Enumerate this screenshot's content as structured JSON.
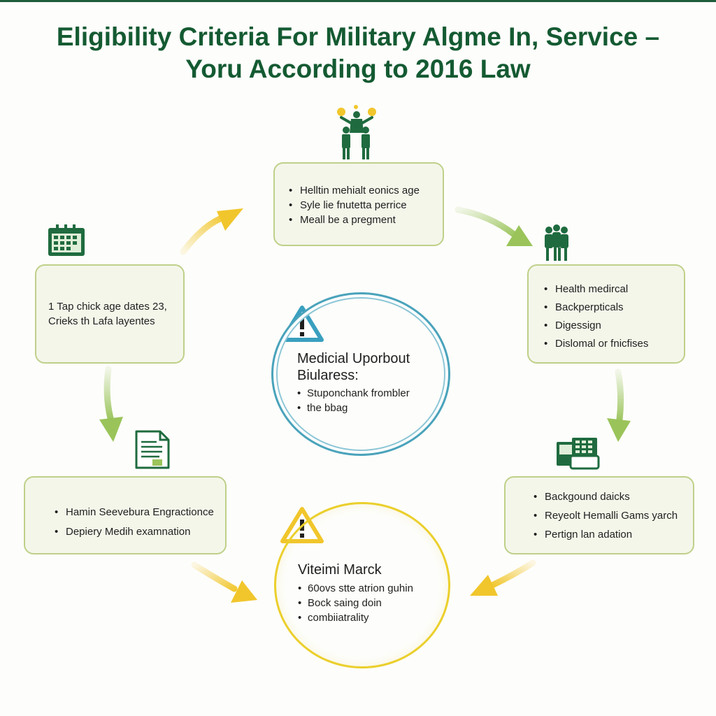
{
  "title": {
    "line1": "Eligibility Criteria For Military Algme In, Service –",
    "line2": "Yoru According to 2016 Law"
  },
  "cards": {
    "top": {
      "items": [
        "Helltin mehialt eonics age",
        "Syle lie fnutetta perrice",
        "Meall be a pregment"
      ]
    },
    "left": {
      "lines": [
        "1 Tap chick age dates 23,",
        "Crieks th Lafa layentes"
      ]
    },
    "right": {
      "items": [
        "Health medircal",
        "Backperpticals",
        "Digessign",
        "Dislomal or fnicfises"
      ]
    },
    "bottom_left": {
      "items": [
        "Hamin Seevebura Engractionce",
        "Depiery Medih examnation"
      ]
    },
    "bottom_right": {
      "items": [
        "Backgound daicks",
        "Reyeolt Hemalli Gams yarch",
        "Pertign lan adation"
      ]
    }
  },
  "center_circle": {
    "heading_line1": "Medicial Uporbout",
    "heading_line2": "Biularess:",
    "items": [
      "Stuponchank frombler",
      "the bbag"
    ]
  },
  "bottom_circle": {
    "heading": "Viteimi Marck",
    "items": [
      "60ovs stte atrion guhin",
      "Bock saing doin",
      "combiiatrality"
    ]
  },
  "icons": [
    "team-celebration-icon",
    "calendar-icon",
    "group-people-icon",
    "document-icon",
    "computer-terminal-icon",
    "warning-icon"
  ],
  "colors": {
    "title": "#145a32",
    "icon_green": "#1f6b3f",
    "card_fill": "#f4f6ea",
    "card_border": "#bfd089",
    "arrow_yellow": "#f1c62c",
    "arrow_green": "#9ac45a",
    "circle_blue": "#4aa3bb",
    "circle_yellow": "#ebcf2c"
  }
}
